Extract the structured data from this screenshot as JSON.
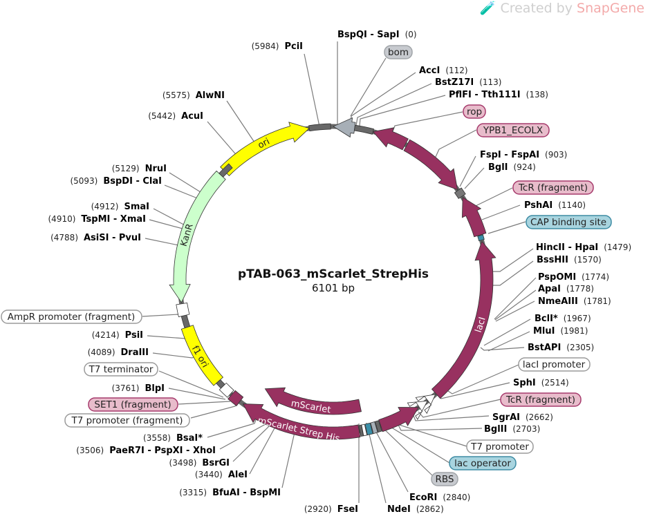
{
  "watermark": {
    "prefix": "Created by",
    "brand": "SnapGene",
    "icon": "snapgene-tube-icon"
  },
  "plasmid": {
    "name": "pTAB-063_mScarlet_StrepHis",
    "length": "6101 bp"
  },
  "features": {
    "ori": "ori",
    "kanr": "KanR",
    "f1_ori": "f1 ori",
    "laci": "lacI",
    "mscarlet_strep_his": "mScarlet Strep His",
    "mscarlet": "mScarlet"
  },
  "feature_labels": {
    "bom": "bom",
    "rop": "rop",
    "ypb1": "YPB1_ECOLX",
    "tcr_top": "TcR (fragment)",
    "cap": "CAP binding site",
    "laci_promoter": "lacI promoter",
    "tcr_bottom": "TcR (fragment)",
    "t7_promoter": "T7 promoter",
    "lac_operator": "lac operator",
    "rbs": "RBS",
    "ampr_promoter": "AmpR promoter (fragment)",
    "t7_terminator": "T7 terminator",
    "set1": "SET1 (fragment)",
    "t7_promoter_fragment": "T7 promoter (fragment)"
  },
  "enzymes": {
    "bspqi": {
      "name": "BspQI - SapI",
      "pos": "(0)"
    },
    "acci": {
      "name": "AccI",
      "pos": "(112)"
    },
    "bstz17i": {
      "name": "BstZ17I",
      "pos": "(113)"
    },
    "pflfi": {
      "name": "PflFI - Tth111I",
      "pos": "(138)"
    },
    "fspi": {
      "name": "FspI - FspAI",
      "pos": "(903)"
    },
    "bgli": {
      "name": "BglI",
      "pos": "(924)"
    },
    "pshai": {
      "name": "PshAI",
      "pos": "(1140)"
    },
    "hincii": {
      "name": "HincII - HpaI",
      "pos": "(1479)"
    },
    "bsshii": {
      "name": "BssHII",
      "pos": "(1570)"
    },
    "pspomi": {
      "name": "PspOMI",
      "pos": "(1774)"
    },
    "apai": {
      "name": "ApaI",
      "pos": "(1778)"
    },
    "nmeaiii": {
      "name": "NmeAIII",
      "pos": "(1781)"
    },
    "bcli": {
      "name": "BclI*",
      "pos": "(1967)"
    },
    "mlui": {
      "name": "MluI",
      "pos": "(1981)"
    },
    "bstapi": {
      "name": "BstAPI",
      "pos": "(2305)"
    },
    "sphi": {
      "name": "SphI",
      "pos": "(2514)"
    },
    "sgrai": {
      "name": "SgrAI",
      "pos": "(2662)"
    },
    "bglii": {
      "name": "BglII",
      "pos": "(2703)"
    },
    "ecori": {
      "name": "EcoRI",
      "pos": "(2840)"
    },
    "ndei": {
      "name": "NdeI",
      "pos": "(2862)"
    },
    "fsei": {
      "name": "FseI",
      "pos": "(2920)"
    },
    "bfuai": {
      "name": "BfuAI - BspMI",
      "pos": "(3315)"
    },
    "alei": {
      "name": "AleI",
      "pos": "(3440)"
    },
    "bsrgi": {
      "name": "BsrGI",
      "pos": "(3498)"
    },
    "paer7i": {
      "name": "PaeR7I - PspXI - XhoI",
      "pos": "(3506)"
    },
    "bsai": {
      "name": "BsaI*",
      "pos": "(3558)"
    },
    "blpi": {
      "name": "BlpI",
      "pos": "(3761)"
    },
    "draiii": {
      "name": "DraIII",
      "pos": "(4089)"
    },
    "psii": {
      "name": "PsiI",
      "pos": "(4214)"
    },
    "asisi": {
      "name": "AsiSI - PvuI",
      "pos": "(4788)"
    },
    "tspmi": {
      "name": "TspMI - XmaI",
      "pos": "(4910)"
    },
    "smai": {
      "name": "SmaI",
      "pos": "(4912)"
    },
    "bspdi": {
      "name": "BspDI - ClaI",
      "pos": "(5093)"
    },
    "nrui": {
      "name": "NruI",
      "pos": "(5129)"
    },
    "acui": {
      "name": "AcuI",
      "pos": "(5442)"
    },
    "alwni": {
      "name": "AlwNI",
      "pos": "(5575)"
    },
    "pcii": {
      "name": "PciI",
      "pos": "(5984)"
    }
  },
  "colors": {
    "magenta": "#983160",
    "yellow": "#ffff00",
    "kanr": "#ccffcc",
    "gray": "#a7afb7",
    "backbone": "#686868",
    "teal": "#3a8fa8",
    "white": "#ffffff"
  }
}
